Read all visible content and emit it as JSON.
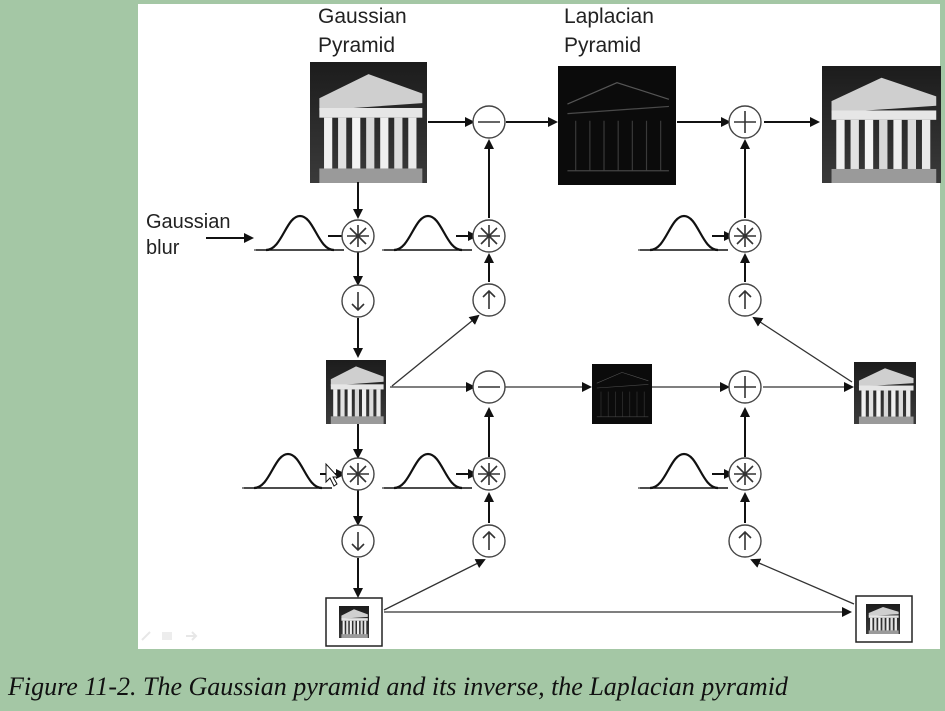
{
  "labels": {
    "gaussian_pyramid": [
      "Gaussian",
      "Pyramid"
    ],
    "laplacian_pyramid": [
      "Laplacian",
      "Pyramid"
    ],
    "gaussian_blur": [
      "Gaussian",
      "blur"
    ]
  },
  "caption": "Figure 11-2. The Gaussian pyramid and its inverse, the Laplacian pyramid",
  "colors": {
    "background": "#a4c7a5",
    "canvas": "#ffffff",
    "ink": "#111111"
  },
  "icons": {
    "subtract": "minus-in-circle",
    "add": "plus-in-circle",
    "convolve": "asterisk-in-circle",
    "downsample": "down-arrow-in-circle",
    "upsample": "up-arrow-in-circle",
    "blur_kernel": "gaussian-bell-curve",
    "cursor": "mouse-pointer"
  }
}
